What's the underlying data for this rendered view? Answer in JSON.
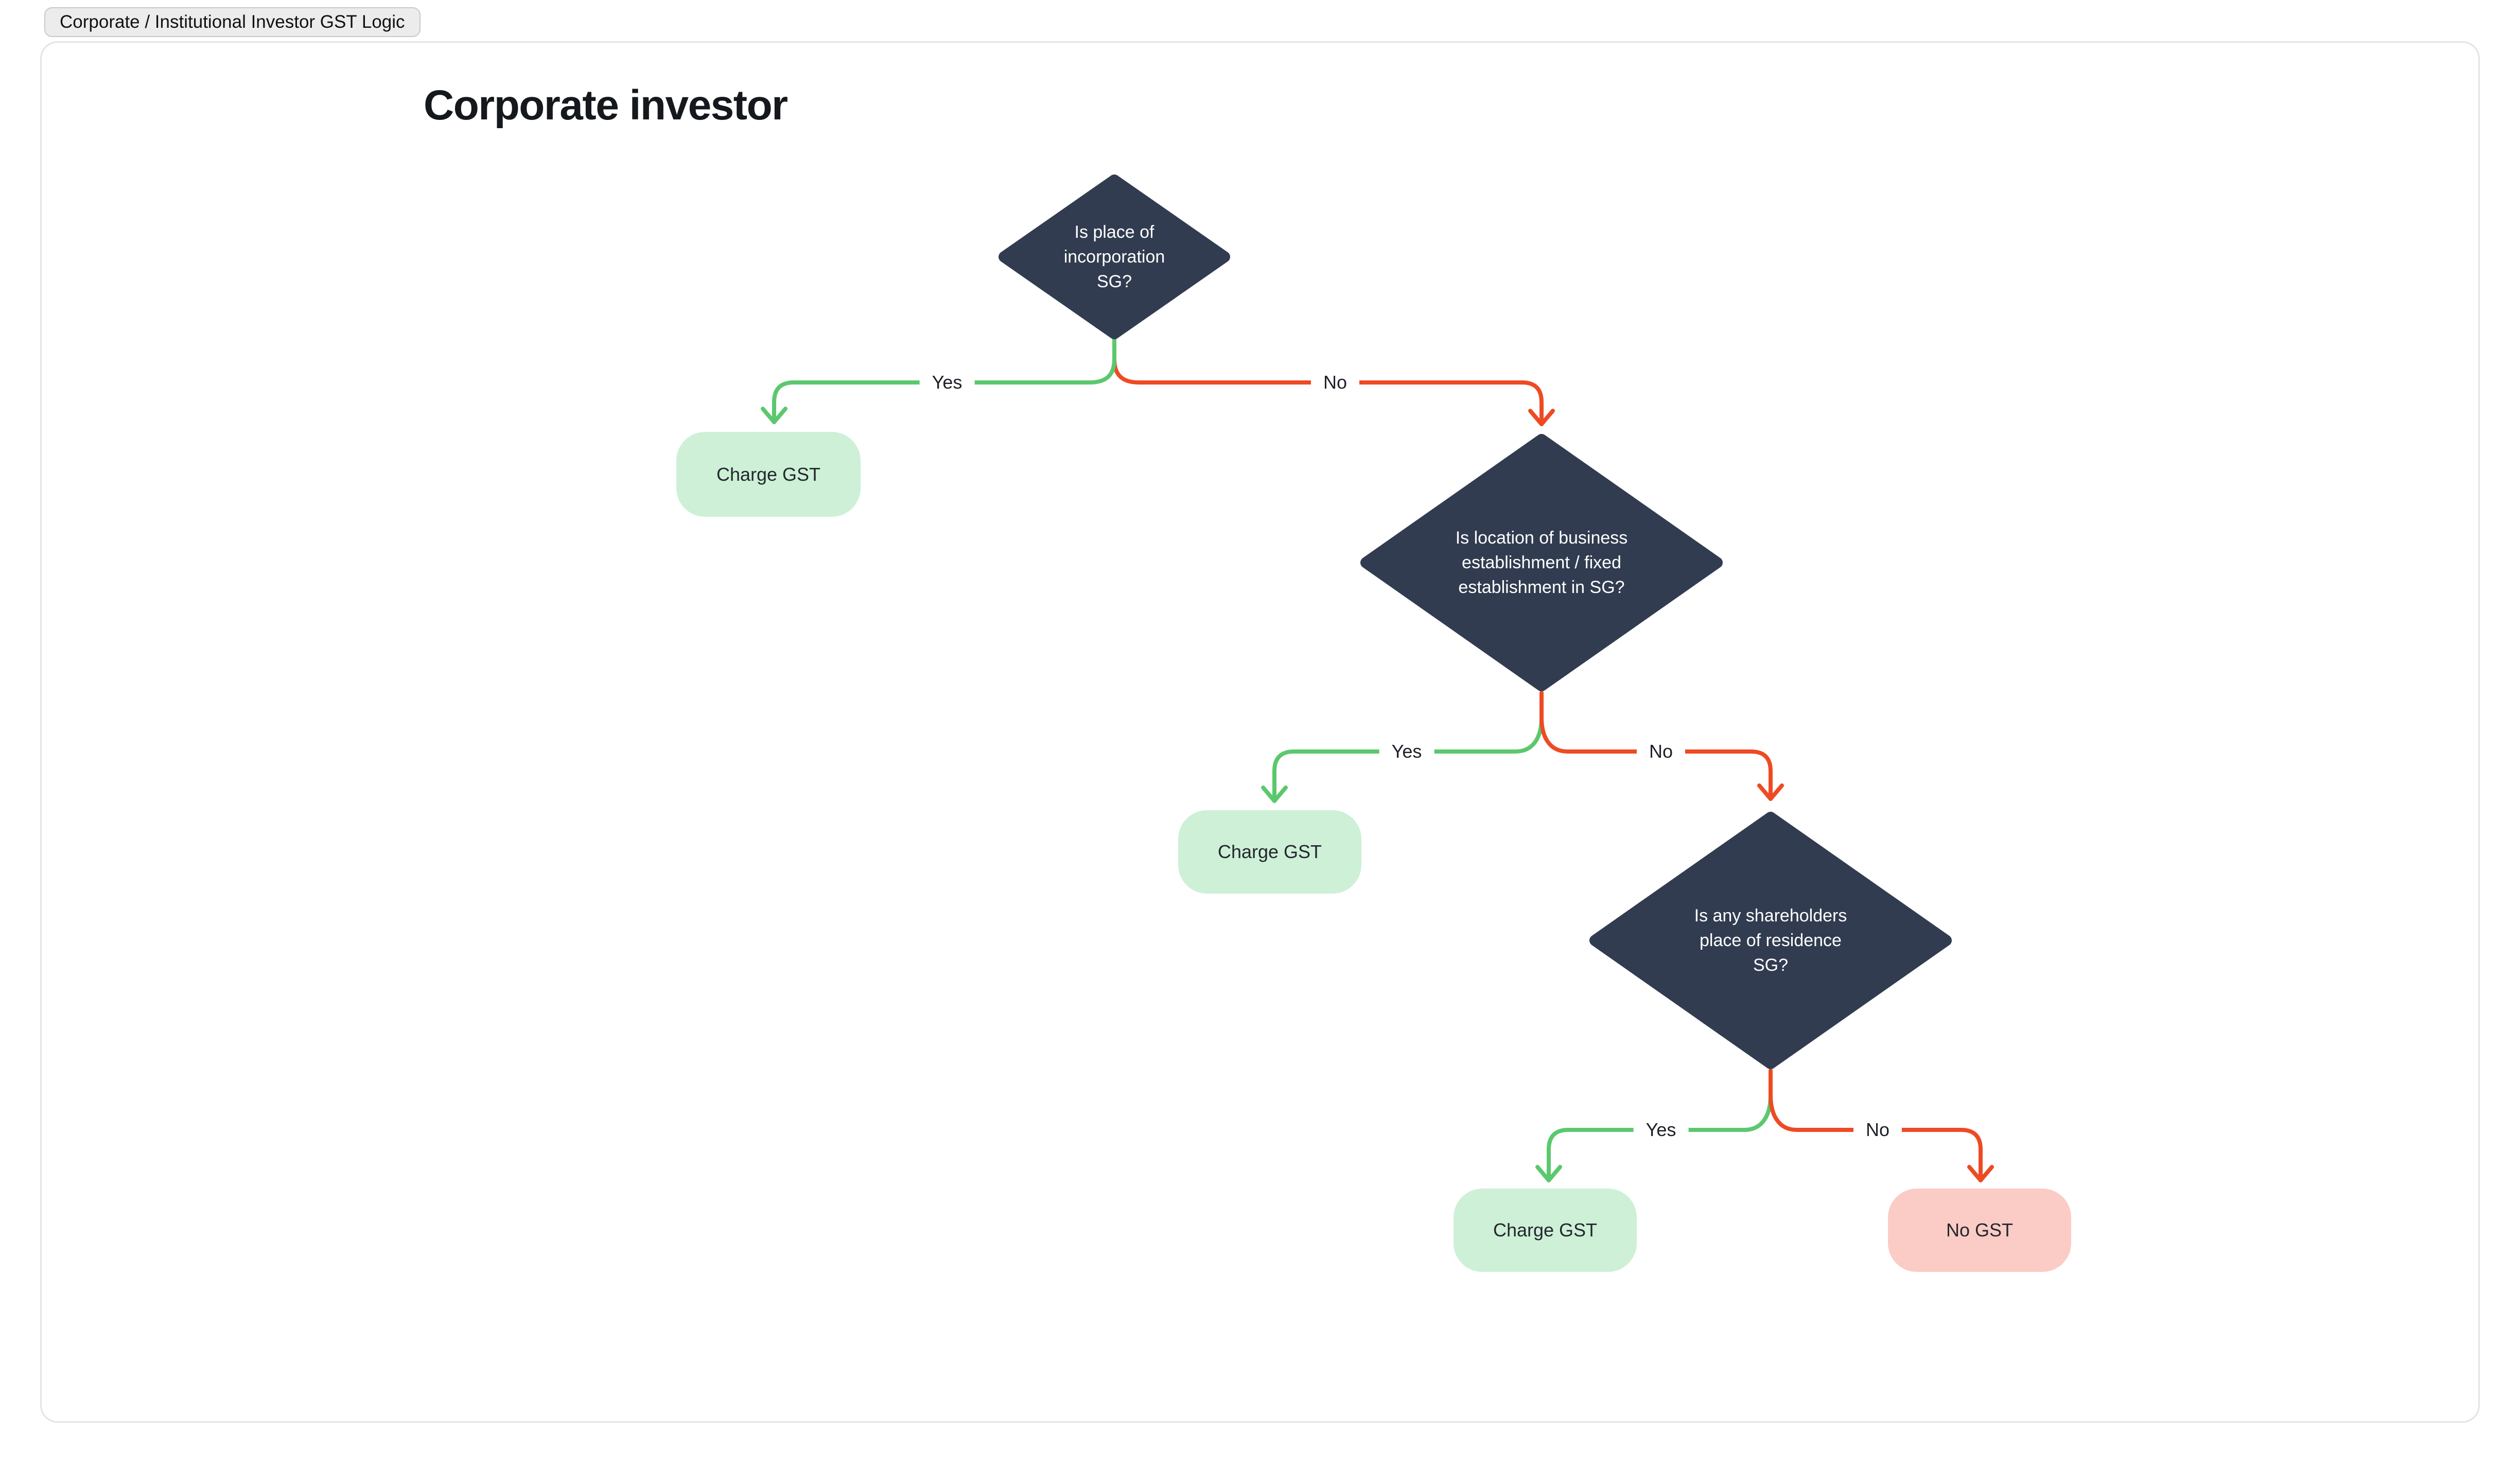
{
  "page": {
    "tab_label": "Corporate / Institutional Investor GST Logic",
    "title": "Corporate investor"
  },
  "flowchart": {
    "nodes": [
      {
        "id": "q1",
        "type": "decision",
        "label": "Is place of incorporation SG?"
      },
      {
        "id": "q2",
        "type": "decision",
        "label": "Is location of business establishment / fixed establishment in SG?"
      },
      {
        "id": "q3",
        "type": "decision",
        "label": "Is any shareholders place of residence SG?"
      },
      {
        "id": "r1",
        "type": "result-positive",
        "label": "Charge GST"
      },
      {
        "id": "r2",
        "type": "result-positive",
        "label": "Charge GST"
      },
      {
        "id": "r3",
        "type": "result-positive",
        "label": "Charge GST"
      },
      {
        "id": "r4",
        "type": "result-negative",
        "label": "No GST"
      }
    ],
    "edges": [
      {
        "id": "q1-yes",
        "from": "q1",
        "to": "r1",
        "label": "Yes"
      },
      {
        "id": "q1-no",
        "from": "q1",
        "to": "q2",
        "label": "No"
      },
      {
        "id": "q2-yes",
        "from": "q2",
        "to": "r2",
        "label": "Yes"
      },
      {
        "id": "q2-no",
        "from": "q2",
        "to": "q3",
        "label": "No"
      },
      {
        "id": "q3-yes",
        "from": "q3",
        "to": "r3",
        "label": "Yes"
      },
      {
        "id": "q3-no",
        "from": "q3",
        "to": "r4",
        "label": "No"
      }
    ],
    "colors": {
      "yes_edge": "#5bc86e",
      "no_edge": "#ee4a23",
      "decision_fill": "#323c50",
      "decision_text": "#ffffff",
      "positive_fill": "#cdf0d6",
      "negative_fill": "#fbccc5",
      "result_text": "#23272e",
      "tab_bg": "#ececec",
      "tab_border": "#c9c9c9",
      "card_border": "#e4e4e4"
    }
  }
}
